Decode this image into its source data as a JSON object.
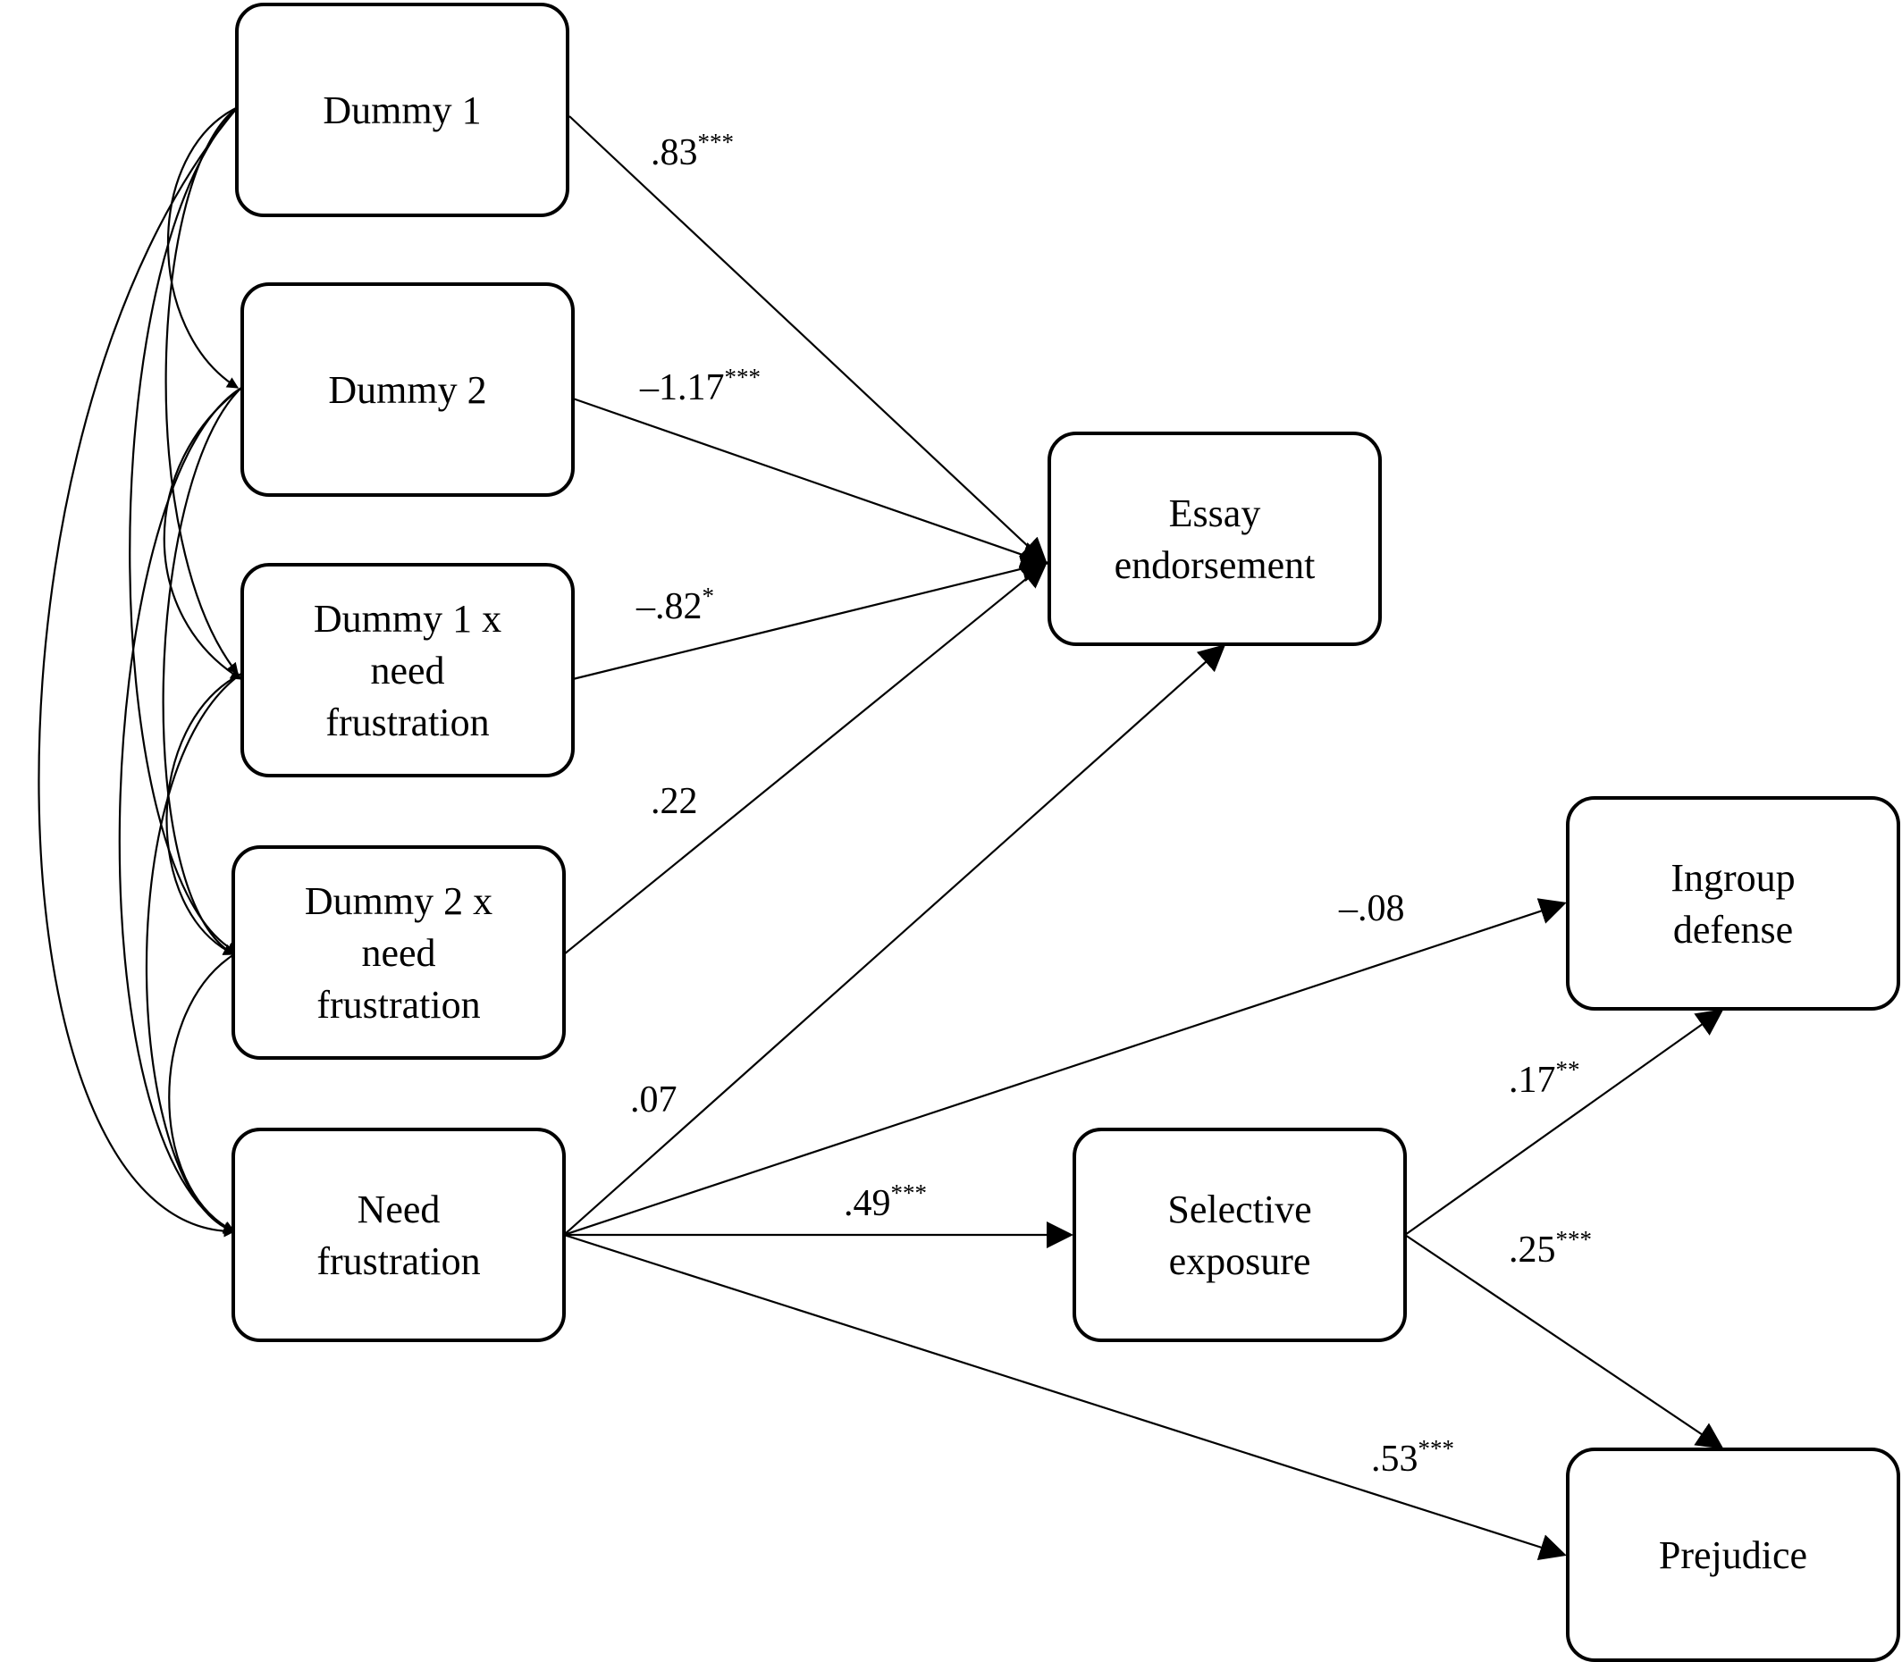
{
  "nodes": {
    "dummy1": [
      "Dummy 1"
    ],
    "dummy2": [
      "Dummy 2"
    ],
    "d1x": [
      "Dummy 1 x",
      "need",
      "frustration"
    ],
    "d2x": [
      "Dummy 2 x",
      "need",
      "frustration"
    ],
    "nf": [
      "Need",
      "frustration"
    ],
    "essay": [
      "Essay",
      "endorsement"
    ],
    "selective": [
      "Selective",
      "exposure"
    ],
    "ingroup": [
      "Ingroup",
      "defense"
    ],
    "prejudice": [
      "Prejudice"
    ]
  },
  "paths": [
    {
      "from": "dummy1",
      "to": "essay",
      "value": ".83",
      "stars": "***"
    },
    {
      "from": "dummy2",
      "to": "essay",
      "value": "–1.17",
      "stars": "***"
    },
    {
      "from": "d1x",
      "to": "essay",
      "value": "–.82",
      "stars": "*"
    },
    {
      "from": "d2x",
      "to": "essay",
      "value": ".22",
      "stars": ""
    },
    {
      "from": "nf",
      "to": "essay",
      "value": ".07",
      "stars": ""
    },
    {
      "from": "nf",
      "to": "ingroup",
      "value": "–.08",
      "stars": ""
    },
    {
      "from": "nf",
      "to": "selective",
      "value": ".49",
      "stars": "***"
    },
    {
      "from": "selective",
      "to": "ingroup",
      "value": ".17",
      "stars": "**"
    },
    {
      "from": "selective",
      "to": "prejudice",
      "value": ".25",
      "stars": "***"
    },
    {
      "from": "nf",
      "to": "prejudice",
      "value": ".53",
      "stars": "***"
    }
  ],
  "covariances": [
    [
      "dummy1",
      "dummy2"
    ],
    [
      "dummy1",
      "d1x"
    ],
    [
      "dummy1",
      "d2x"
    ],
    [
      "dummy1",
      "nf"
    ],
    [
      "dummy2",
      "d1x"
    ],
    [
      "dummy2",
      "d2x"
    ],
    [
      "dummy2",
      "nf"
    ],
    [
      "d1x",
      "d2x"
    ],
    [
      "d1x",
      "nf"
    ],
    [
      "d2x",
      "nf"
    ]
  ]
}
